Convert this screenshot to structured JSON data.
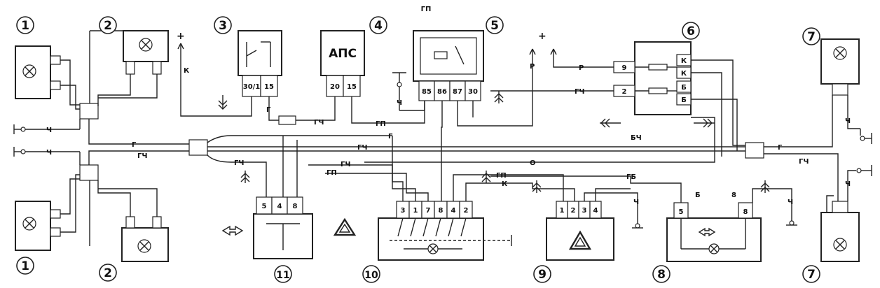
{
  "top_label": "ГП",
  "apc_label": "АПС",
  "component_numbers": [
    "1",
    "2",
    "3",
    "4",
    "5",
    "6",
    "7",
    "8",
    "9",
    "10",
    "11"
  ],
  "relay3_pins": [
    "30/1",
    "15"
  ],
  "apc_pins": [
    "20",
    "15"
  ],
  "relay5_pins": [
    "85",
    "86",
    "87",
    "30"
  ],
  "block6_left_pins": [
    "9",
    "2"
  ],
  "block6_right_pins": [
    "К",
    "К",
    "Б",
    "Б"
  ],
  "block11_pins": [
    "5",
    "4",
    "8"
  ],
  "block10_pins": [
    "3",
    "1",
    "7",
    "8",
    "4",
    "2"
  ],
  "block9_pins": [
    "1",
    "2",
    "3",
    "4"
  ],
  "block8_pins": [
    "5",
    "8"
  ],
  "block8_labels": [
    "Б",
    "8"
  ],
  "wire_labels": {
    "ch": "Ч",
    "g": "Г",
    "gch": "ГЧ",
    "gp": "ГП",
    "p": "Р",
    "k": "К",
    "bch": "БЧ",
    "o": "О",
    "gb": "ГБ"
  },
  "plus": "+",
  "colors": {
    "line": "#222222",
    "bg": "#ffffff"
  }
}
